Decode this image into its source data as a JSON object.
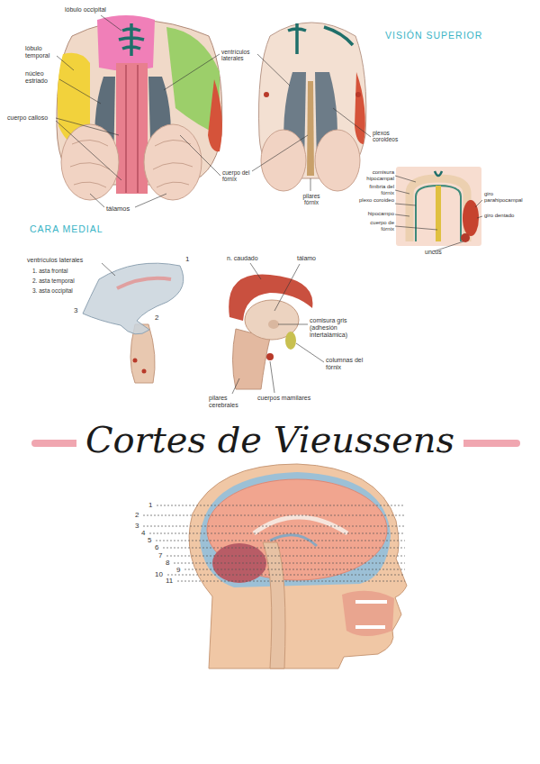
{
  "diagram": {
    "title": "Cortes de Vieussens",
    "labels": [
      "lóbulo occipital",
      "VISIÓN SUPERIOR",
      "lóbulo temporal",
      "ventrículos laterales",
      "núcleo estriado",
      "cuerpo calloso",
      "plexos coroideos",
      "comisura hipocampal",
      "cuerpo del fórnix",
      "fimbria del fórnix",
      "plexo coroideo",
      "giro parahipocampal",
      "hipocampo",
      "giro dentado",
      "cuerpo de fórnix",
      "tálamos",
      "pilares fórnix",
      "uncus",
      "CARA MEDIAL",
      "ventrículos laterales",
      "1. asta frontal",
      "2. asta temporal",
      "3. asta occipital",
      "1",
      "n. caudado",
      "tálamo",
      "comisura gris (adhesión intertalámica)",
      "2",
      "3",
      "columnas del fórnix",
      "pilares cerebrales",
      "cuerpos mamilares",
      "1",
      "2",
      "3",
      "4",
      "5",
      "6",
      "7",
      "8",
      "9",
      "10",
      "11"
    ]
  }
}
